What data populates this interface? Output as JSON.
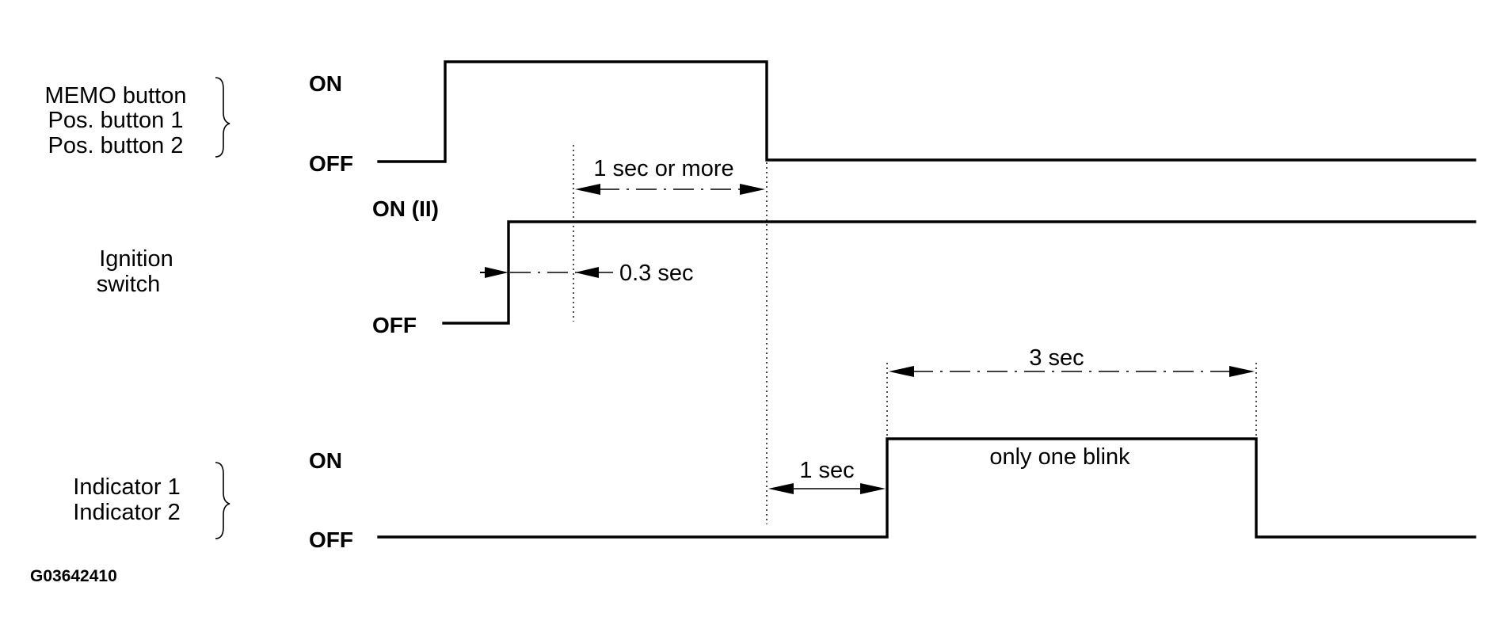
{
  "signals": {
    "memo": {
      "label_lines": [
        "MEMO button",
        "Pos. button 1",
        "Pos. button 2"
      ],
      "on_label": "ON",
      "off_label": "OFF"
    },
    "ignition": {
      "label_lines": [
        "Ignition",
        "switch"
      ],
      "on_label": "ON (II)",
      "off_label": "OFF"
    },
    "indicator": {
      "label_lines": [
        "Indicator 1",
        "Indicator 2"
      ],
      "on_label": "ON",
      "off_label": "OFF"
    }
  },
  "annotations": {
    "hold_duration": "1 sec or more",
    "ignition_delay": "0.3 sec",
    "indicator_delay": "1 sec",
    "indicator_duration": "3 sec",
    "indicator_note": "only one blink"
  },
  "figure_code": "G03642410"
}
